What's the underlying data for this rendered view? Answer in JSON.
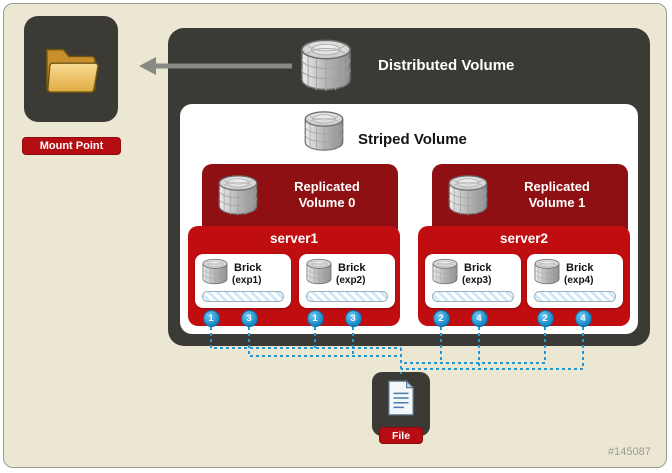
{
  "diagram": {
    "mount_point": {
      "label": "Mount Point"
    },
    "distributed_volume": {
      "label": "Distributed Volume"
    },
    "striped_volume": {
      "label": "Striped Volume"
    },
    "replicated_volumes": [
      {
        "line1": "Replicated",
        "line2": "Volume 0"
      },
      {
        "line1": "Replicated",
        "line2": "Volume 1"
      }
    ],
    "servers": [
      {
        "name": "server1",
        "bricks": [
          {
            "label": "Brick",
            "export": "(exp1)",
            "chunks": [
              "1",
              "3"
            ]
          },
          {
            "label": "Brick",
            "export": "(exp2)",
            "chunks": [
              "1",
              "3"
            ]
          }
        ]
      },
      {
        "name": "server2",
        "bricks": [
          {
            "label": "Brick",
            "export": "(exp3)",
            "chunks": [
              "2",
              "4"
            ]
          },
          {
            "label": "Brick",
            "export": "(exp4)",
            "chunks": [
              "2",
              "4"
            ]
          }
        ]
      }
    ],
    "file": {
      "label": "File"
    },
    "watermark": "#145087",
    "colors": {
      "background": "#ebe7d2",
      "container_dark": "#3b3a35",
      "maroon": "#8e1013",
      "red": "#bf0d10",
      "badge_red": "#b50d11",
      "chunk_blue": "#1f96d4",
      "connector_blue": "#2398d4"
    }
  }
}
